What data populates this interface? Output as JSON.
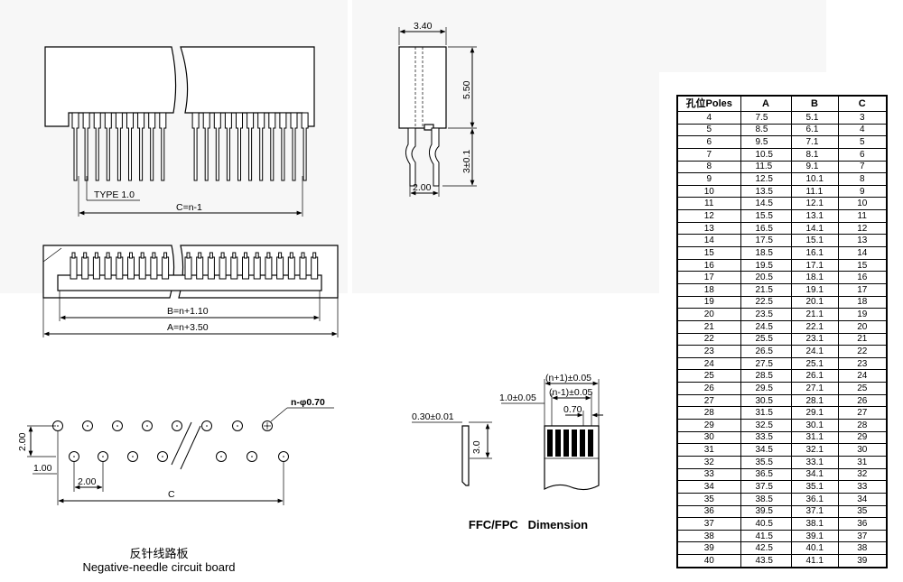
{
  "front_view": {
    "type_label": "TYPE 1.0",
    "c_label": "C=n-1"
  },
  "side_view": {
    "width_label": "3.40",
    "height_label": "5.50",
    "pin_length_label": "3±0.1",
    "pitch_label": "2.00"
  },
  "top_view": {
    "b_label": "B=n+1.10",
    "a_label": "A=n+3.50"
  },
  "pcb_layout": {
    "hole_label": "n-φ0.70",
    "row_pitch_label": "2.00",
    "offset_label": "1.00",
    "pitch_label": "2.00",
    "c_label": "C",
    "caption_cn": "反针线路板",
    "caption_en": "Negative-needle circuit board"
  },
  "ffc": {
    "thickness_label": "0.30±0.01",
    "length_label": "3.0",
    "overall_label": "(n+1)±0.05",
    "inner_label": "(n-1)±0.05",
    "edge_label": "1.0±0.05",
    "conductor_label": "0.70",
    "caption": "FFC/FPC   Dimension"
  },
  "table": {
    "headers": [
      "孔位Poles",
      "A",
      "B",
      "C"
    ],
    "rows": [
      [
        "4",
        "7.5",
        "5.1",
        "3"
      ],
      [
        "5",
        "8.5",
        "6.1",
        "4"
      ],
      [
        "6",
        "9.5",
        "7.1",
        "5"
      ],
      [
        "7",
        "10.5",
        "8.1",
        "6"
      ],
      [
        "8",
        "11.5",
        "9.1",
        "7"
      ],
      [
        "9",
        "12.5",
        "10.1",
        "8"
      ],
      [
        "10",
        "13.5",
        "11.1",
        "9"
      ],
      [
        "11",
        "14.5",
        "12.1",
        "10"
      ],
      [
        "12",
        "15.5",
        "13.1",
        "11"
      ],
      [
        "13",
        "16.5",
        "14.1",
        "12"
      ],
      [
        "14",
        "17.5",
        "15.1",
        "13"
      ],
      [
        "15",
        "18.5",
        "16.1",
        "14"
      ],
      [
        "16",
        "19.5",
        "17.1",
        "15"
      ],
      [
        "17",
        "20.5",
        "18.1",
        "16"
      ],
      [
        "18",
        "21.5",
        "19.1",
        "17"
      ],
      [
        "19",
        "22.5",
        "20.1",
        "18"
      ],
      [
        "20",
        "23.5",
        "21.1",
        "19"
      ],
      [
        "21",
        "24.5",
        "22.1",
        "20"
      ],
      [
        "22",
        "25.5",
        "23.1",
        "21"
      ],
      [
        "23",
        "26.5",
        "24.1",
        "22"
      ],
      [
        "24",
        "27.5",
        "25.1",
        "23"
      ],
      [
        "25",
        "28.5",
        "26.1",
        "24"
      ],
      [
        "26",
        "29.5",
        "27.1",
        "25"
      ],
      [
        "27",
        "30.5",
        "28.1",
        "26"
      ],
      [
        "28",
        "31.5",
        "29.1",
        "27"
      ],
      [
        "29",
        "32.5",
        "30.1",
        "28"
      ],
      [
        "30",
        "33.5",
        "31.1",
        "29"
      ],
      [
        "31",
        "34.5",
        "32.1",
        "30"
      ],
      [
        "32",
        "35.5",
        "33.1",
        "31"
      ],
      [
        "33",
        "36.5",
        "34.1",
        "32"
      ],
      [
        "34",
        "37.5",
        "35.1",
        "33"
      ],
      [
        "35",
        "38.5",
        "36.1",
        "34"
      ],
      [
        "36",
        "39.5",
        "37.1",
        "35"
      ],
      [
        "37",
        "40.5",
        "38.1",
        "36"
      ],
      [
        "38",
        "41.5",
        "39.1",
        "37"
      ],
      [
        "39",
        "42.5",
        "40.1",
        "38"
      ],
      [
        "40",
        "43.5",
        "41.1",
        "39"
      ]
    ]
  }
}
